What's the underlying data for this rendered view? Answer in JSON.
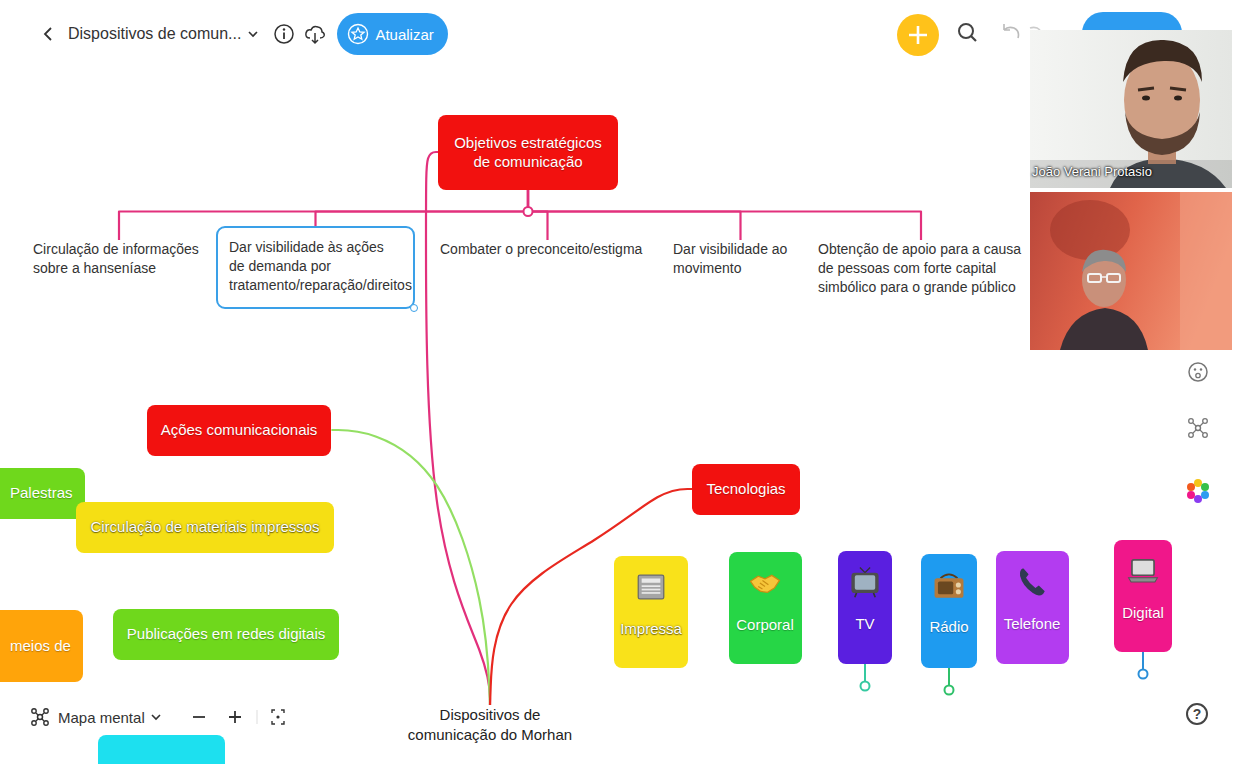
{
  "diagram": {
    "nodes": [
      {
        "text": [
          "Objetivos estratégicos de comunicação"
        ]
      },
      {
        "text": [
          "Circulação de informações sobre a hanseníase"
        ]
      },
      {
        "text": [
          "Dar visibilidade às ações de demanda por tratamento/reparação/direitos"
        ]
      },
      {
        "text": [
          "Combater o preconceito/estigma"
        ]
      },
      {
        "text": [
          "Dar visibilidade ao movimento"
        ]
      },
      {
        "text": [
          "Obtenção de apoio para a causa de pessoas com forte capital simbólico para o grande público"
        ]
      },
      {
        "text": [
          "Ações comunicacionais"
        ]
      },
      {
        "text": [
          "Tecnologias"
        ]
      },
      {
        "text": [
          "Palestras"
        ]
      },
      {
        "text": [
          "Circulação de materiais impressos"
        ]
      },
      {
        "text": [
          "Impressa"
        ]
      },
      {
        "text": [
          "Corporal"
        ]
      },
      {
        "text": [
          "TV"
        ]
      },
      {
        "text": [
          "Rádio"
        ]
      },
      {
        "text": [
          "Telefone"
        ]
      },
      {
        "text": [
          "Digital"
        ]
      },
      {
        "text": [
          "meios de"
        ]
      },
      {
        "text": [
          "Publicações em redes digitais"
        ]
      },
      {
        "text": [
          "Dispositivos de comunicação do Morhan"
        ]
      }
    ],
    "edges": [
      {
        "from": 18,
        "to": 0,
        "arrow": "none"
      },
      {
        "from": 18,
        "to": 6,
        "arrow": "none"
      },
      {
        "from": 18,
        "to": 7,
        "arrow": "none"
      },
      {
        "from": 0,
        "to": 1,
        "arrow": "none"
      },
      {
        "from": 0,
        "to": 2,
        "arrow": "none"
      },
      {
        "from": 0,
        "to": 3,
        "arrow": "none"
      },
      {
        "from": 0,
        "to": 4,
        "arrow": "none"
      },
      {
        "from": 0,
        "to": 5,
        "arrow": "none"
      }
    ],
    "labels": [
      "Dispositivos de comun...",
      "Atualizar",
      "João Verani Protasio",
      "Mapa mental",
      "?"
    ]
  }
}
